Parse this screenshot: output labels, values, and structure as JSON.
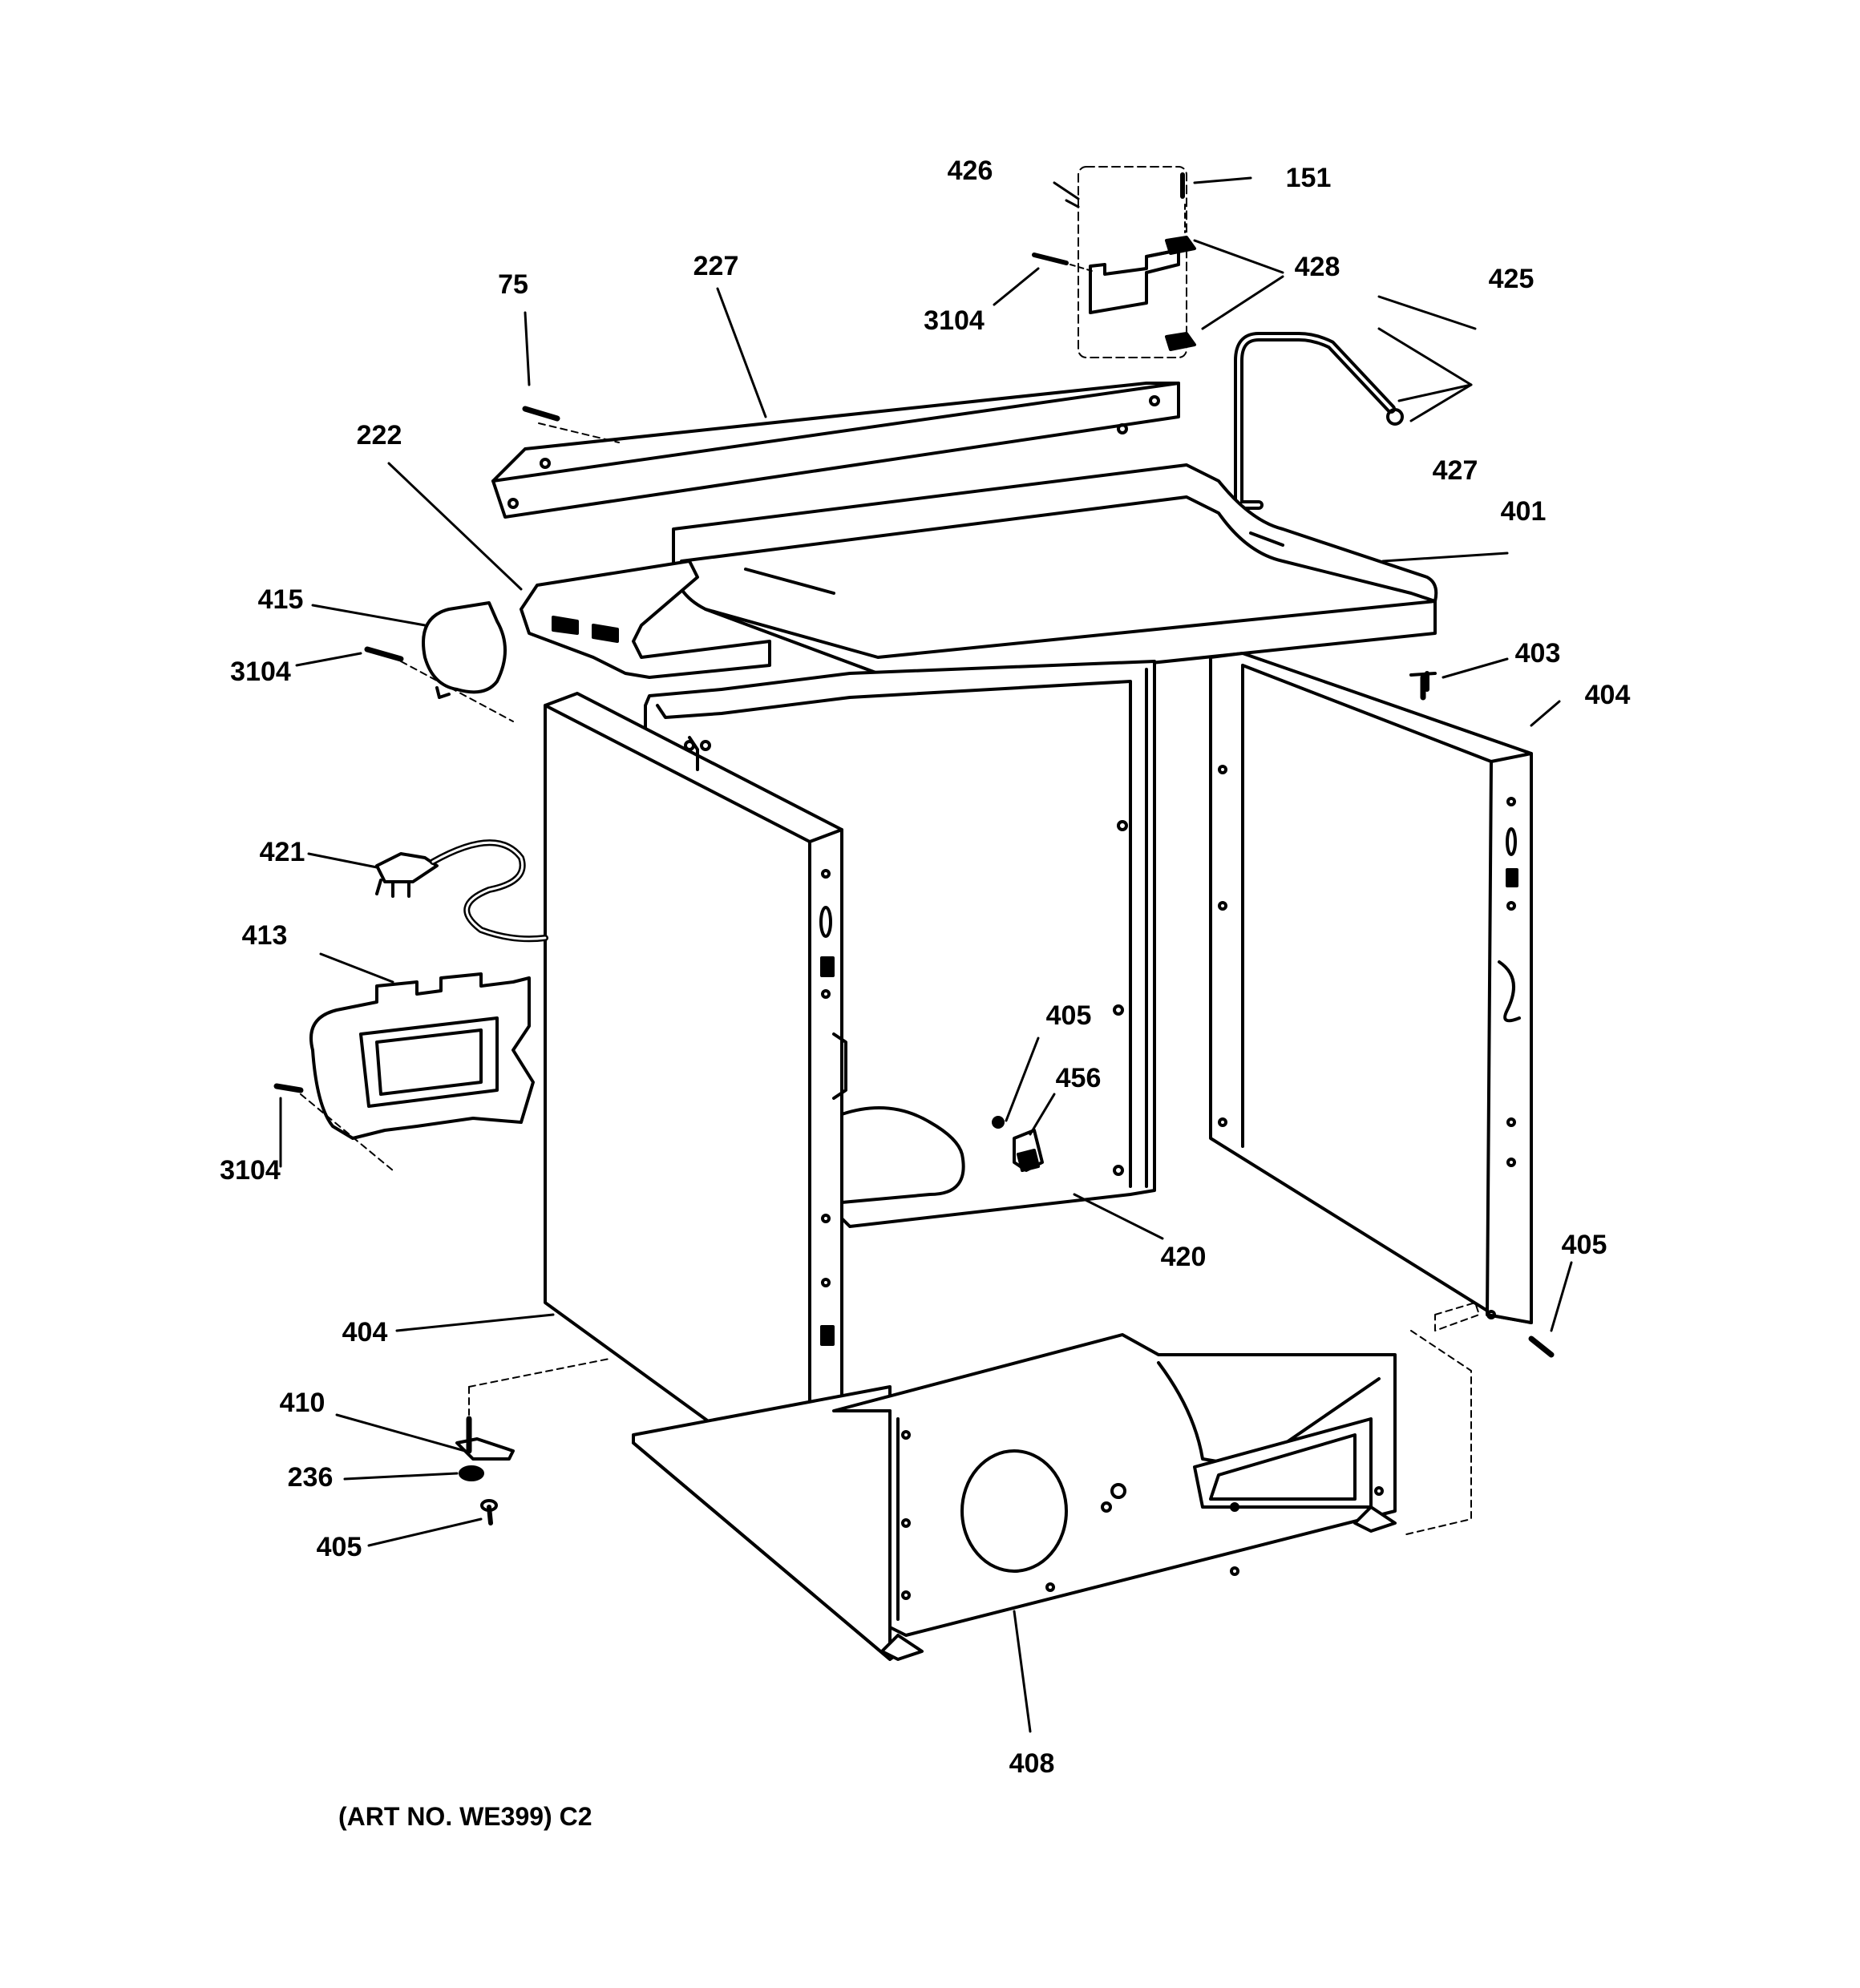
{
  "diagram": {
    "line_color": "#000000",
    "background": "#ffffff",
    "art_number": "(ART NO. WE399) C2",
    "callouts": {
      "c426": "426",
      "c151": "151",
      "c428": "428",
      "c3104_top": "3104",
      "c227": "227",
      "c75": "75",
      "c425": "425",
      "c427": "427",
      "c222": "222",
      "c401": "401",
      "c415": "415",
      "c3104_left": "3104",
      "c403": "403",
      "c404_right": "404",
      "c421": "421",
      "c413": "413",
      "c405_mid": "405",
      "c456": "456",
      "c3104_bottom": "3104",
      "c420": "420",
      "c405_right": "405",
      "c404_left": "404",
      "c410": "410",
      "c236": "236",
      "c405_bottom": "405",
      "c408": "408"
    }
  }
}
